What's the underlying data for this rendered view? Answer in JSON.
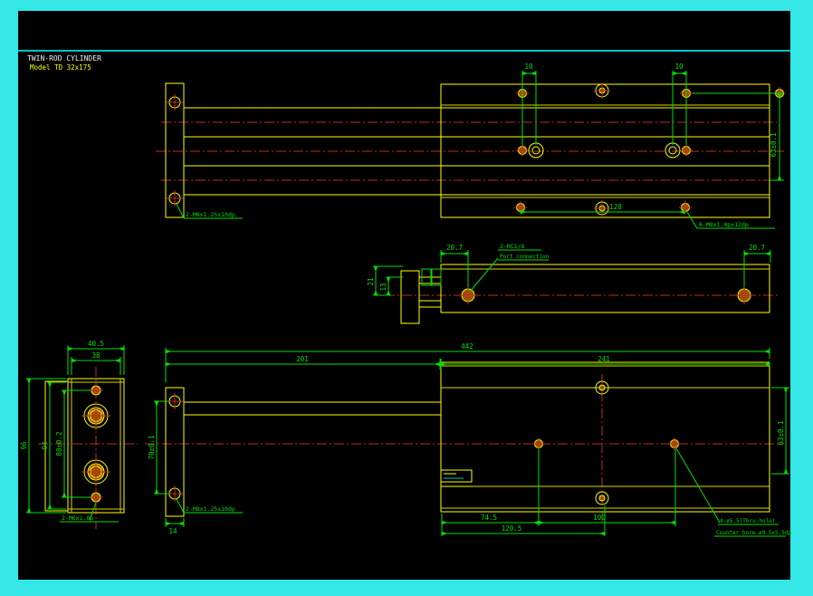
{
  "app": {
    "background_color": "#35e6e6",
    "canvas_color": "#000000",
    "geometry_color": "#ffff00",
    "dimension_color": "#00e000",
    "centerline_color": "#b43022"
  },
  "title_block": {
    "product": "TWIN-ROD CYLINDER",
    "model": "Model  TD 32x175"
  },
  "top_view": {
    "dim_offset_left": "10",
    "dim_offset_right": "10",
    "dim_spacing": "120",
    "dim_height": "63±0.1",
    "note_plate_tap": "2-M8x1.25x10dp",
    "note_body_tap": "6-M8x1.0px12dp"
  },
  "side_view": {
    "dim_port_left": "20.7",
    "dim_port_right": "20.7",
    "dim_h1": "21",
    "dim_h2": "13",
    "note_port": "2-RC1/8",
    "note_port_sub": "Port connection"
  },
  "front_view": {
    "dim_total": "442",
    "dim_left_section": "201",
    "dim_body": "241",
    "dim_hole_a": "74.5",
    "dim_hole_b": "100",
    "dim_hole_c": "120.5",
    "dim_plate_width": "14",
    "dim_plate_holes": "70±0.1",
    "dim_height": "63±0.1",
    "note_plate_tap": "2-M8x1.25x10dp",
    "note_thru_hole": "4-ø5.5(Thru-hole)",
    "note_counter_bore": "Counter bore ø9.5x5.5dp"
  },
  "end_view": {
    "dim_width_outer": "40.5",
    "dim_width_inner": "38",
    "dim_height_outer": "96",
    "dim_height_inner": "94",
    "dim_hole_span": "80±0.2",
    "note_tap": "2-M6x1.0p"
  }
}
